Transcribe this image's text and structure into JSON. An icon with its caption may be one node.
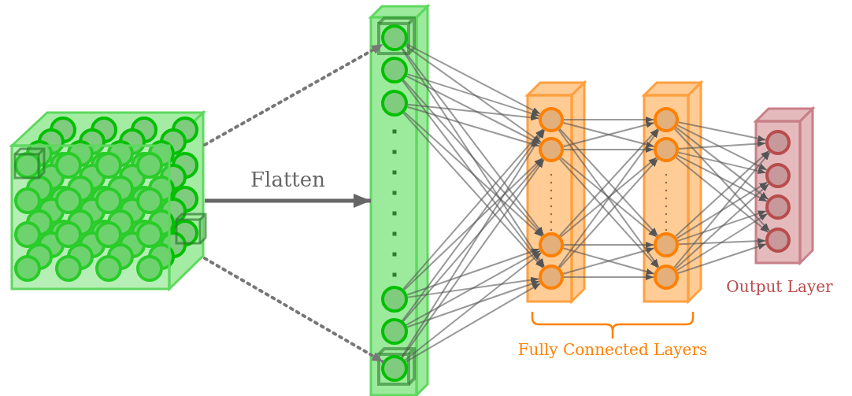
{
  "diagram": {
    "nodes": [
      {
        "text": [],
        "shape": "box"
      },
      {
        "text": [],
        "shape": "bar"
      },
      {
        "text": [],
        "shape": "circle",
        "in": 1
      },
      {
        "text": [],
        "shape": "circle",
        "in": 1
      },
      {
        "text": [],
        "shape": "circle",
        "in": 1
      },
      {
        "text": [],
        "shape": "circle",
        "in": 1
      },
      {
        "text": [],
        "shape": "circle",
        "in": 1
      },
      {
        "text": [],
        "shape": "circle",
        "in": 1
      },
      {
        "text": [],
        "shape": "bar"
      },
      {
        "text": [],
        "shape": "circle",
        "in": 8
      },
      {
        "text": [],
        "shape": "circle",
        "in": 8
      },
      {
        "text": [],
        "shape": "circle",
        "in": 8
      },
      {
        "text": [],
        "shape": "circle",
        "in": 8
      },
      {
        "text": [],
        "shape": "bar"
      },
      {
        "text": [],
        "shape": "circle",
        "in": 13
      },
      {
        "text": [],
        "shape": "circle",
        "in": 13
      },
      {
        "text": [],
        "shape": "circle",
        "in": 13
      },
      {
        "text": [],
        "shape": "circle",
        "in": 13
      },
      {
        "text": [],
        "shape": "bar",
        "beside": [
          "Output Layer"
        ]
      },
      {
        "text": [],
        "shape": "circle",
        "in": 18
      },
      {
        "text": [],
        "shape": "circle",
        "in": 18
      },
      {
        "text": [],
        "shape": "circle",
        "in": 18
      },
      {
        "text": [],
        "shape": "circle",
        "in": 18
      }
    ],
    "edges": [
      {
        "from": 0,
        "to": 2,
        "arrow": "to",
        "style": "dashed"
      },
      {
        "from": 0,
        "to": 7,
        "arrow": "to",
        "style": "dashed"
      },
      {
        "from": 0,
        "to": 1,
        "arrow": "to",
        "style": "thick",
        "label": "Flatten"
      },
      {
        "from": 2,
        "to": 9,
        "arrow": "to"
      },
      {
        "from": 2,
        "to": 10,
        "arrow": "to"
      },
      {
        "from": 2,
        "to": 11,
        "arrow": "to"
      },
      {
        "from": 2,
        "to": 12,
        "arrow": "to"
      },
      {
        "from": 3,
        "to": 9,
        "arrow": "to"
      },
      {
        "from": 3,
        "to": 10,
        "arrow": "to"
      },
      {
        "from": 3,
        "to": 11,
        "arrow": "to"
      },
      {
        "from": 3,
        "to": 12,
        "arrow": "to"
      },
      {
        "from": 4,
        "to": 9,
        "arrow": "to"
      },
      {
        "from": 4,
        "to": 10,
        "arrow": "to"
      },
      {
        "from": 4,
        "to": 11,
        "arrow": "to"
      },
      {
        "from": 4,
        "to": 12,
        "arrow": "to"
      },
      {
        "from": 5,
        "to": 9,
        "arrow": "to"
      },
      {
        "from": 5,
        "to": 10,
        "arrow": "to"
      },
      {
        "from": 5,
        "to": 11,
        "arrow": "to"
      },
      {
        "from": 5,
        "to": 12,
        "arrow": "to"
      },
      {
        "from": 6,
        "to": 9,
        "arrow": "to"
      },
      {
        "from": 6,
        "to": 10,
        "arrow": "to"
      },
      {
        "from": 6,
        "to": 11,
        "arrow": "to"
      },
      {
        "from": 6,
        "to": 12,
        "arrow": "to"
      },
      {
        "from": 7,
        "to": 9,
        "arrow": "to"
      },
      {
        "from": 7,
        "to": 10,
        "arrow": "to"
      },
      {
        "from": 7,
        "to": 11,
        "arrow": "to"
      },
      {
        "from": 7,
        "to": 12,
        "arrow": "to"
      },
      {
        "from": 9,
        "to": 14,
        "arrow": "to"
      },
      {
        "from": 9,
        "to": 15,
        "arrow": "to"
      },
      {
        "from": 9,
        "to": 16,
        "arrow": "to"
      },
      {
        "from": 9,
        "to": 17,
        "arrow": "to"
      },
      {
        "from": 10,
        "to": 14,
        "arrow": "to"
      },
      {
        "from": 10,
        "to": 15,
        "arrow": "to"
      },
      {
        "from": 10,
        "to": 16,
        "arrow": "to"
      },
      {
        "from": 10,
        "to": 17,
        "arrow": "to"
      },
      {
        "from": 11,
        "to": 14,
        "arrow": "to"
      },
      {
        "from": 11,
        "to": 15,
        "arrow": "to"
      },
      {
        "from": 11,
        "to": 16,
        "arrow": "to"
      },
      {
        "from": 11,
        "to": 17,
        "arrow": "to"
      },
      {
        "from": 12,
        "to": 14,
        "arrow": "to"
      },
      {
        "from": 12,
        "to": 15,
        "arrow": "to"
      },
      {
        "from": 12,
        "to": 16,
        "arrow": "to"
      },
      {
        "from": 12,
        "to": 17,
        "arrow": "to"
      },
      {
        "from": 14,
        "to": 19,
        "arrow": "to"
      },
      {
        "from": 14,
        "to": 20,
        "arrow": "to"
      },
      {
        "from": 14,
        "to": 21,
        "arrow": "to"
      },
      {
        "from": 14,
        "to": 22,
        "arrow": "to"
      },
      {
        "from": 15,
        "to": 19,
        "arrow": "to"
      },
      {
        "from": 15,
        "to": 20,
        "arrow": "to"
      },
      {
        "from": 15,
        "to": 21,
        "arrow": "to"
      },
      {
        "from": 15,
        "to": 22,
        "arrow": "to"
      },
      {
        "from": 16,
        "to": 19,
        "arrow": "to"
      },
      {
        "from": 16,
        "to": 20,
        "arrow": "to"
      },
      {
        "from": 16,
        "to": 21,
        "arrow": "to"
      },
      {
        "from": 16,
        "to": 22,
        "arrow": "to"
      },
      {
        "from": 17,
        "to": 19,
        "arrow": "to"
      },
      {
        "from": 17,
        "to": 20,
        "arrow": "to"
      },
      {
        "from": 17,
        "to": 21,
        "arrow": "to"
      },
      {
        "from": 17,
        "to": 22,
        "arrow": "to"
      }
    ],
    "labels": [
      "Fully Connected Layers"
    ]
  }
}
